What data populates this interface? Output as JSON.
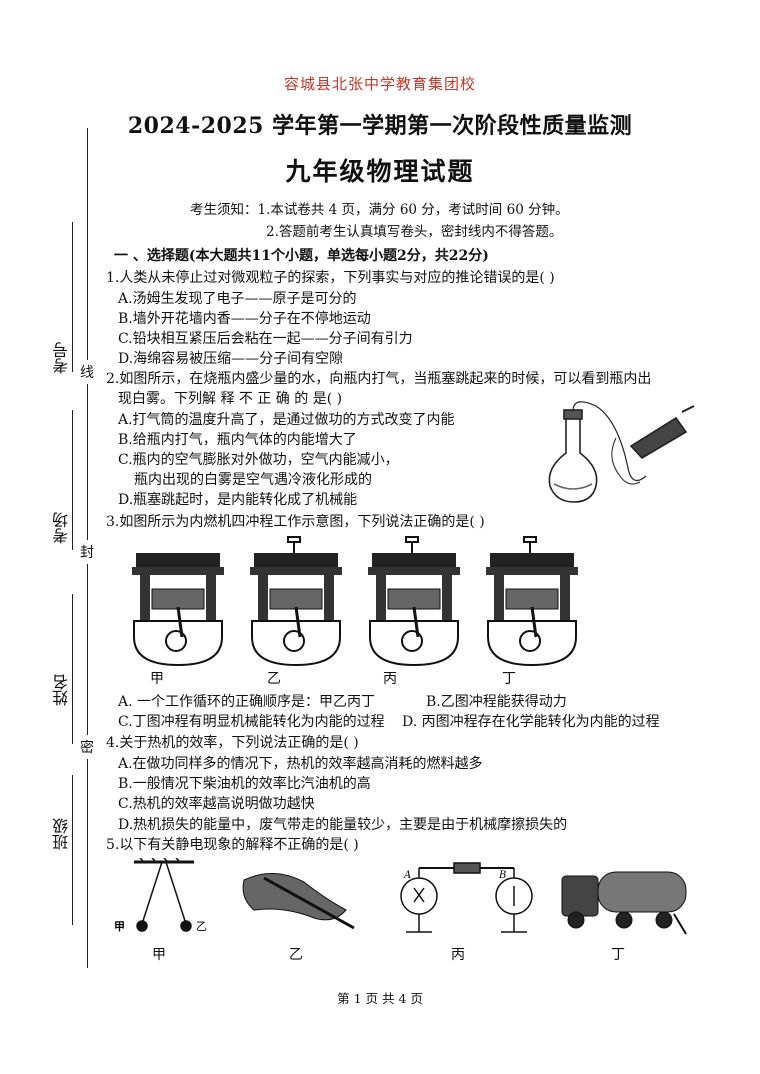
{
  "header": {
    "school": "容城县北张中学教育集团校",
    "exam_title": "2024-2025 学年第一学期第一次阶段性质量监测",
    "subject_title": "九年级物理试题"
  },
  "notice": {
    "line1": "考生须知：1.本试卷共 4 页，满分 60 分，考试时间 60 分钟。",
    "line2": "2.答题前考生认真填写卷头，密封线内不得答题。"
  },
  "margin": {
    "labels": [
      "考号",
      "考场",
      "姓名",
      "班级"
    ],
    "seal_chars": [
      "线",
      "封",
      "密"
    ]
  },
  "section1": {
    "title": "一 、选择题(本大题共11个小题，单选每小题2分，共22分)"
  },
  "questions": [
    {
      "stem": [
        "1.人类从未停止过对微观粒子的探索，下列事实与对应的推论错误的是(      )"
      ],
      "options": [
        "A.汤姆生发现了电子——原子是可分的",
        "B.墙外开花墙内香——分子在不停地运动",
        "C.铅块相互紧压后会粘在一起——分子间有引力",
        "D.海绵容易被压缩——分子间有空隙"
      ]
    },
    {
      "stem": [
        "2.如图所示，在烧瓶内盛少量的水，向瓶内打气，当瓶塞跳起来的时候，可以看到瓶内出",
        "现白雾。下列解 释 不 正 确 的 是(      )"
      ],
      "options": [
        "A.打气筒的温度升高了，是通过做功的方式改变了内能",
        "B.给瓶内打气，瓶内气体的内能增大了",
        "C.瓶内的空气膨胀对外做功，空气内能减小，",
        "瓶内出现的白雾是空气遇冷液化形成的",
        "D.瓶塞跳起时，是内能转化成了机械能"
      ]
    },
    {
      "stem": [
        "3.如图所示为内燃机四冲程工作示意图，下列说法正确的是(      )"
      ],
      "figure_labels": [
        "甲",
        "乙",
        "丙",
        "丁"
      ],
      "options": [
        "A.  一个工作循环的正确顺序是：甲乙丙丁",
        "B.乙图冲程能获得动力",
        "C.丁图冲程有明显机械能转化为内能的过程",
        "D.  丙图冲程存在化学能转化为内能的过程"
      ]
    },
    {
      "stem": [
        "4.关于热机的效率，下列说法正确的是(      )"
      ],
      "options": [
        "A.在做功同样多的情况下，热机的效率越高消耗的燃料越多",
        "B.一般情况下柴油机的效率比汽油机的高",
        "C.热机的效率越高说明做功越快",
        "D.热机损失的能量中，废气带走的能量较少，主要是由于机械摩擦损失的"
      ]
    },
    {
      "stem": [
        "5.以下有关静电现象的解释不正确的是(      )"
      ],
      "figure_labels": [
        "甲",
        "乙",
        "丙",
        "丁"
      ],
      "figure_text": [
        "甲",
        "乙",
        "A",
        "B"
      ]
    }
  ],
  "footer": "第  1  页  共  4  页"
}
